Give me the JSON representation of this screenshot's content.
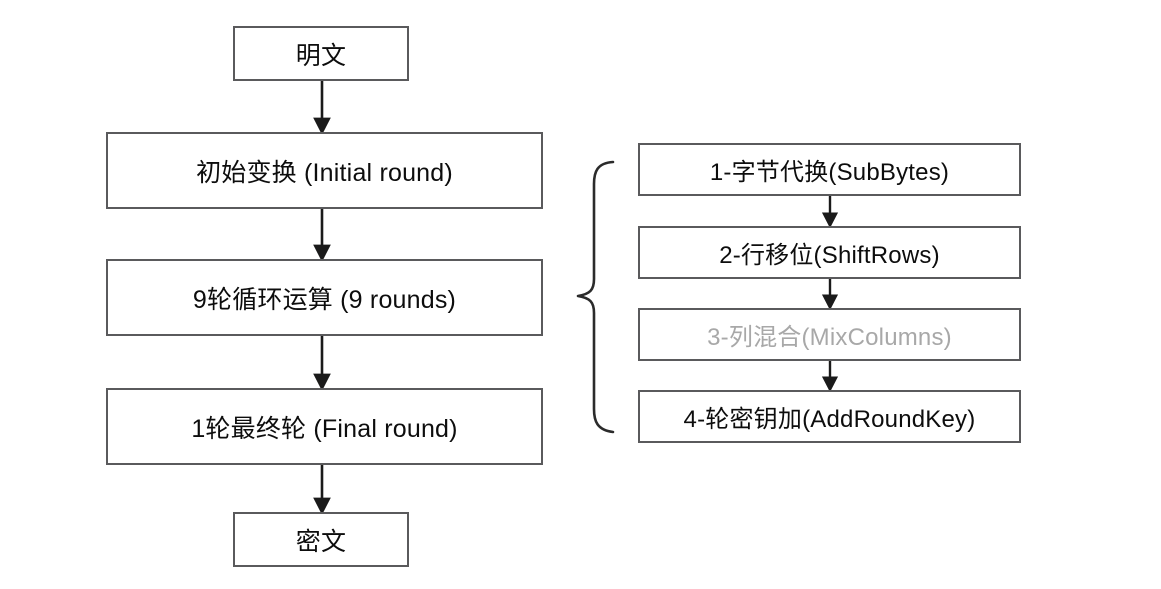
{
  "diagram": {
    "title": "AES encryption flow",
    "colors": {
      "box_border": "#5a5a5c",
      "text": "#0d0d0d",
      "muted_text": "#a8a8a8",
      "arrow": "#1a1a1a",
      "brace": "#2b2b2b",
      "background": "#ffffff"
    },
    "main_flow": [
      {
        "id": "plaintext",
        "label": "明文"
      },
      {
        "id": "initial",
        "label": "初始变换 (Initial round)"
      },
      {
        "id": "rounds9",
        "label": "9轮循环运算 (9 rounds)"
      },
      {
        "id": "final",
        "label": "1轮最终轮 (Final round)"
      },
      {
        "id": "ciphertext",
        "label": "密文"
      }
    ],
    "round_operations": [
      {
        "id": "subbytes",
        "label": "1-字节代换(SubBytes)",
        "muted": false
      },
      {
        "id": "shiftrows",
        "label": "2-行移位(ShiftRows)",
        "muted": false
      },
      {
        "id": "mixcolumns",
        "label": "3-列混合(MixColumns)",
        "muted": true
      },
      {
        "id": "addroundkey",
        "label": "4-轮密钥加(AddRoundKey)",
        "muted": false
      }
    ],
    "connectors": {
      "main_arrows": 4,
      "sub_arrows": 3,
      "brace": "right-curly-brace",
      "brace_source": "rounds9",
      "brace_targets": [
        "subbytes",
        "shiftrows",
        "mixcolumns",
        "addroundkey"
      ]
    }
  }
}
